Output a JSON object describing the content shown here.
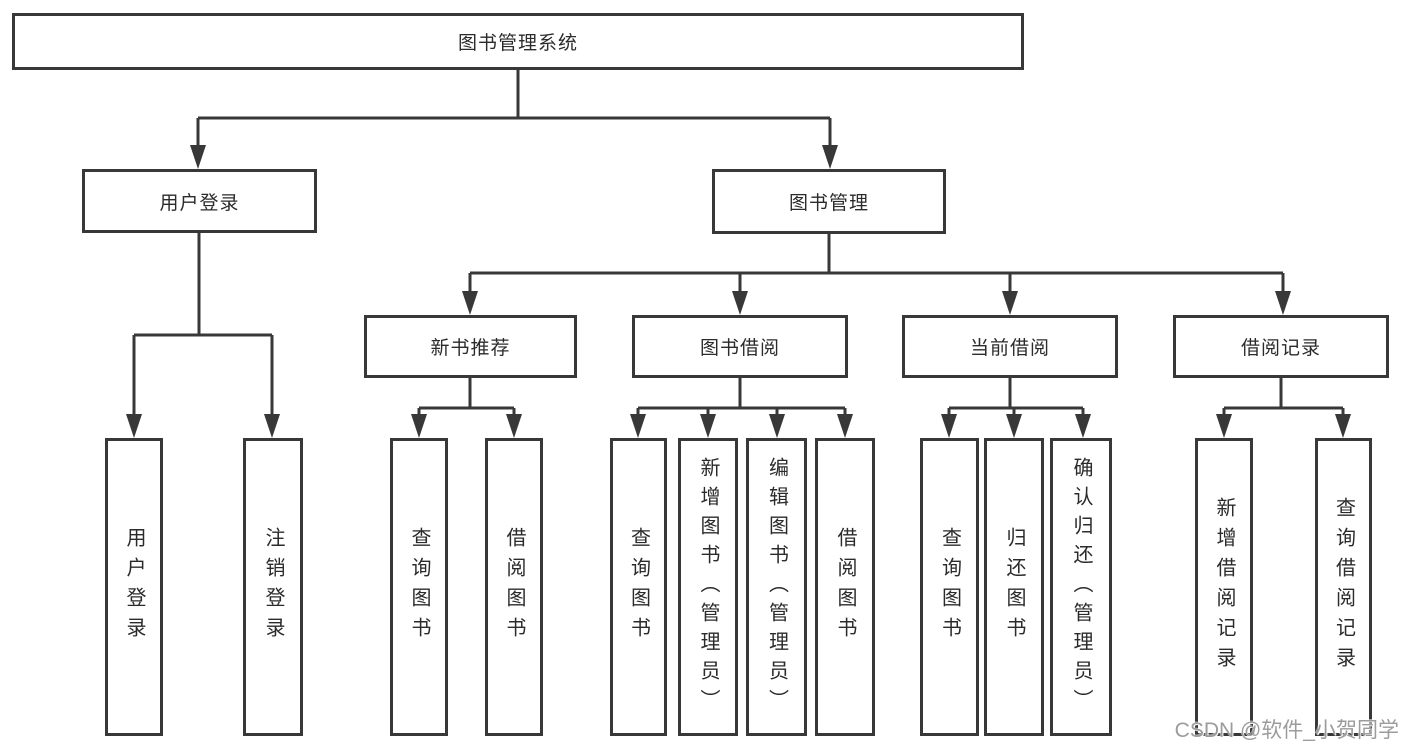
{
  "tree": {
    "root": "图书管理系统",
    "branches": [
      {
        "label": "用户登录",
        "children": [
          "用户登录",
          "注销登录"
        ]
      },
      {
        "label": "图书管理",
        "groups": [
          {
            "label": "新书推荐",
            "children": [
              "查询图书",
              "借阅图书"
            ]
          },
          {
            "label": "图书借阅",
            "children": [
              "查询图书",
              "新增图书（管理员）",
              "编辑图书（管理员）",
              "借阅图书"
            ]
          },
          {
            "label": "当前借阅",
            "children": [
              "查询图书",
              "归还图书",
              "确认归还（管理员）"
            ]
          },
          {
            "label": "借阅记录",
            "children": [
              "新增借阅记录",
              "查询借阅记录"
            ]
          }
        ]
      }
    ]
  },
  "watermark": {
    "text": "CSDN @软件_小贺同学"
  },
  "colors": {
    "line": "#383838",
    "box_border": "#383838",
    "box_fill": "#ffffff",
    "text": "#2b2b2b",
    "background": "#ffffff",
    "watermark_text": "#9c9c9c"
  }
}
